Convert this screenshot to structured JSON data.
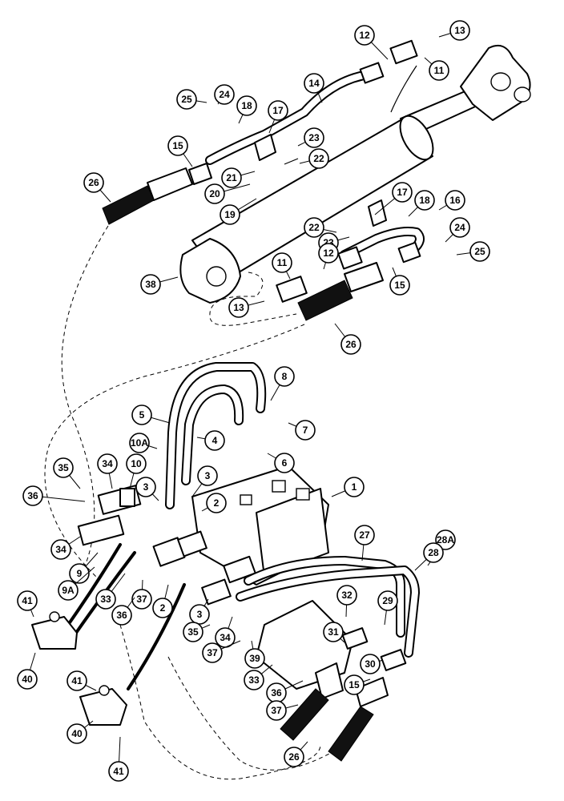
{
  "callouts": [
    "13",
    "12",
    "11",
    "14",
    "25",
    "24",
    "18",
    "17",
    "23",
    "22",
    "15",
    "21",
    "20",
    "19",
    "26",
    "17",
    "18",
    "16",
    "24",
    "25",
    "22",
    "23",
    "11",
    "12",
    "15",
    "38",
    "13",
    "26",
    "8",
    "5",
    "7",
    "4",
    "6",
    "10A",
    "3",
    "35",
    "34",
    "10",
    "36",
    "2",
    "1",
    "34",
    "3",
    "9",
    "9A",
    "33",
    "37",
    "36",
    "2",
    "3",
    "35",
    "34",
    "27",
    "28A",
    "28",
    "32",
    "29",
    "31",
    "41",
    "40",
    "36",
    "37",
    "39",
    "33",
    "30",
    "15",
    "37",
    "41",
    "40",
    "41",
    "26"
  ]
}
